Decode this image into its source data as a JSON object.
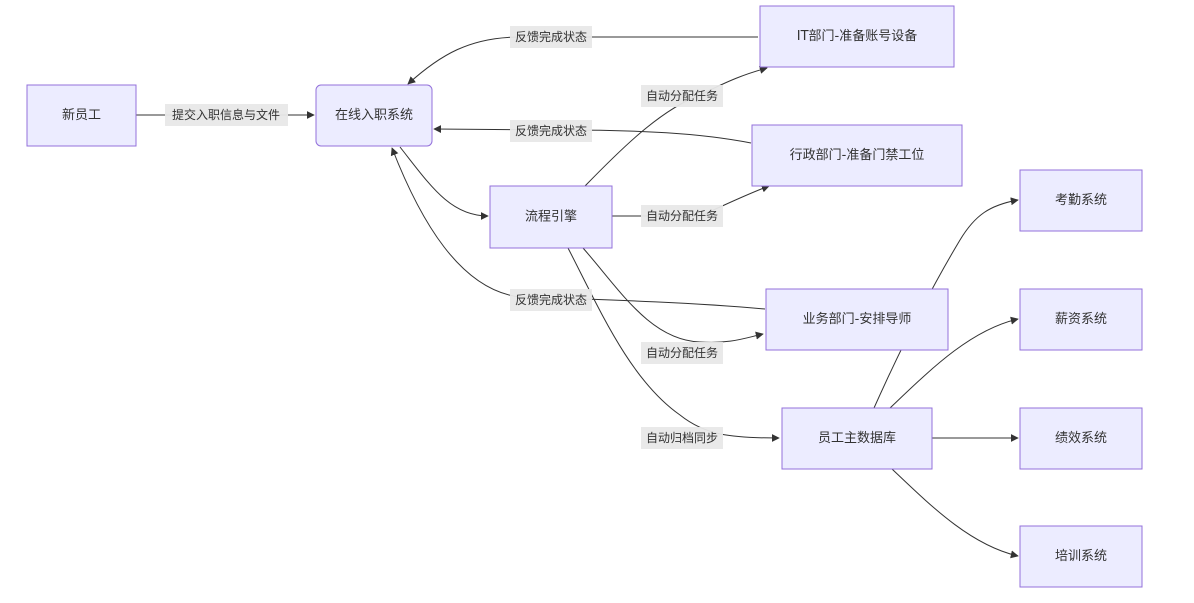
{
  "nodes": {
    "new_employee": "新员工",
    "onboarding_system": "在线入职系统",
    "workflow_engine": "流程引擎",
    "it_dept": "IT部门-准备账号设备",
    "admin_dept": "行政部门-准备门禁工位",
    "business_dept": "业务部门-安排导师",
    "employee_master_db": "员工主数据库",
    "attendance_system": "考勤系统",
    "payroll_system": "薪资系统",
    "performance_system": "绩效系统",
    "training_system": "培训系统"
  },
  "edges": {
    "submit_info": "提交入职信息与文件",
    "auto_assign_it": "自动分配任务",
    "auto_assign_admin": "自动分配任务",
    "auto_assign_business": "自动分配任务",
    "feedback_it": "反馈完成状态",
    "feedback_admin": "反馈完成状态",
    "feedback_business": "反馈完成状态",
    "auto_archive_sync": "自动归档同步"
  },
  "colors": {
    "node_fill": "#ececff",
    "node_border": "#9370db",
    "edge": "#333333",
    "label_bg": "#e8e8e8"
  }
}
